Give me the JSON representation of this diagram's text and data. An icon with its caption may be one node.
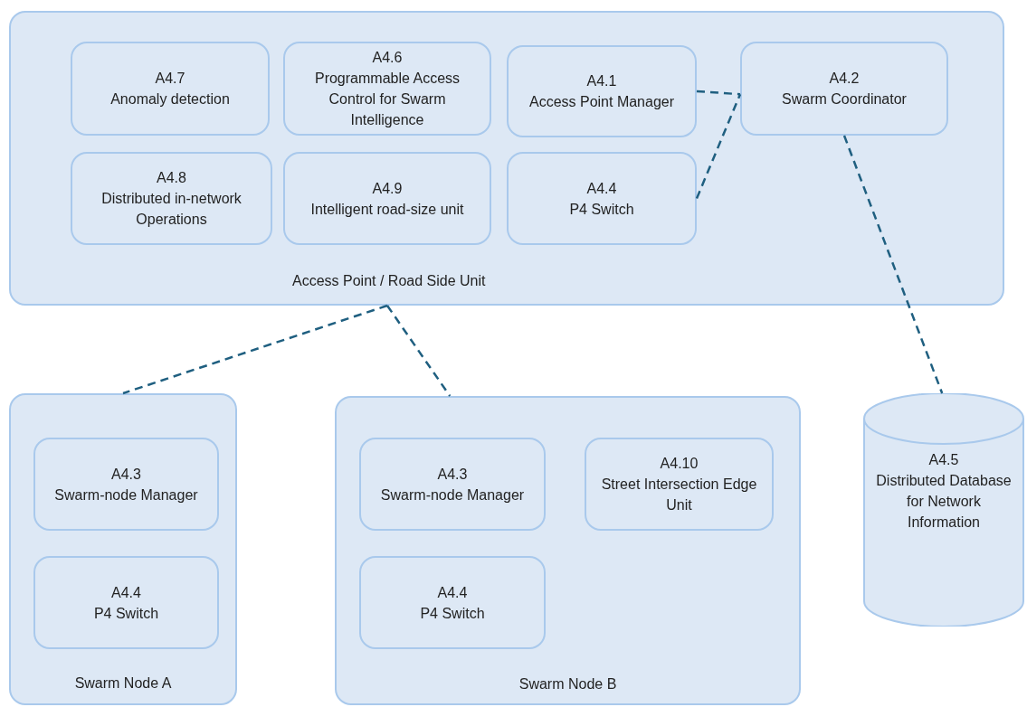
{
  "diagram": {
    "nodes": [
      {
        "text": [
          "Access Point / Road Side Unit"
        ]
      },
      {
        "text": [
          "A4.7",
          "Anomaly detection"
        ],
        "in": 0
      },
      {
        "text": [
          "A4.6",
          "Programmable Access Control for Swarm Intelligence"
        ],
        "in": 0
      },
      {
        "text": [
          "A4.1",
          "Access Point Manager"
        ],
        "in": 0
      },
      {
        "text": [
          "A4.2",
          "Swarm Coordinator"
        ],
        "in": 0
      },
      {
        "text": [
          "A4.8",
          "Distributed in-network Operations"
        ],
        "in": 0
      },
      {
        "text": [
          "A4.9",
          "Intelligent road-size unit"
        ],
        "in": 0
      },
      {
        "text": [
          "A4.4",
          "P4 Switch"
        ],
        "in": 0
      },
      {
        "text": [
          "Swarm Node A"
        ]
      },
      {
        "text": [
          "A4.3",
          "Swarm-node Manager"
        ],
        "in": 8
      },
      {
        "text": [
          "A4.4",
          "P4 Switch"
        ],
        "in": 8
      },
      {
        "text": [
          "Swarm Node B"
        ]
      },
      {
        "text": [
          "A4.3",
          "Swarm-node Manager"
        ],
        "in": 11
      },
      {
        "text": [
          "A4.10",
          "Street Intersection Edge Unit"
        ],
        "in": 11
      },
      {
        "text": [
          "A4.4",
          "P4 Switch"
        ],
        "in": 11
      },
      {
        "text": [
          "A4.5",
          "Distributed Database for Network Information"
        ]
      }
    ],
    "edges": [
      {
        "from": 3,
        "to": 4,
        "arrow": "none",
        "style": "dashed"
      },
      {
        "from": 7,
        "to": 4,
        "arrow": "none",
        "style": "dashed"
      },
      {
        "from": 4,
        "to": 15,
        "arrow": "none",
        "style": "dashed"
      },
      {
        "from": 0,
        "to": 8,
        "arrow": "none",
        "style": "dashed"
      },
      {
        "from": 0,
        "to": 11,
        "arrow": "none",
        "style": "dashed"
      }
    ]
  }
}
